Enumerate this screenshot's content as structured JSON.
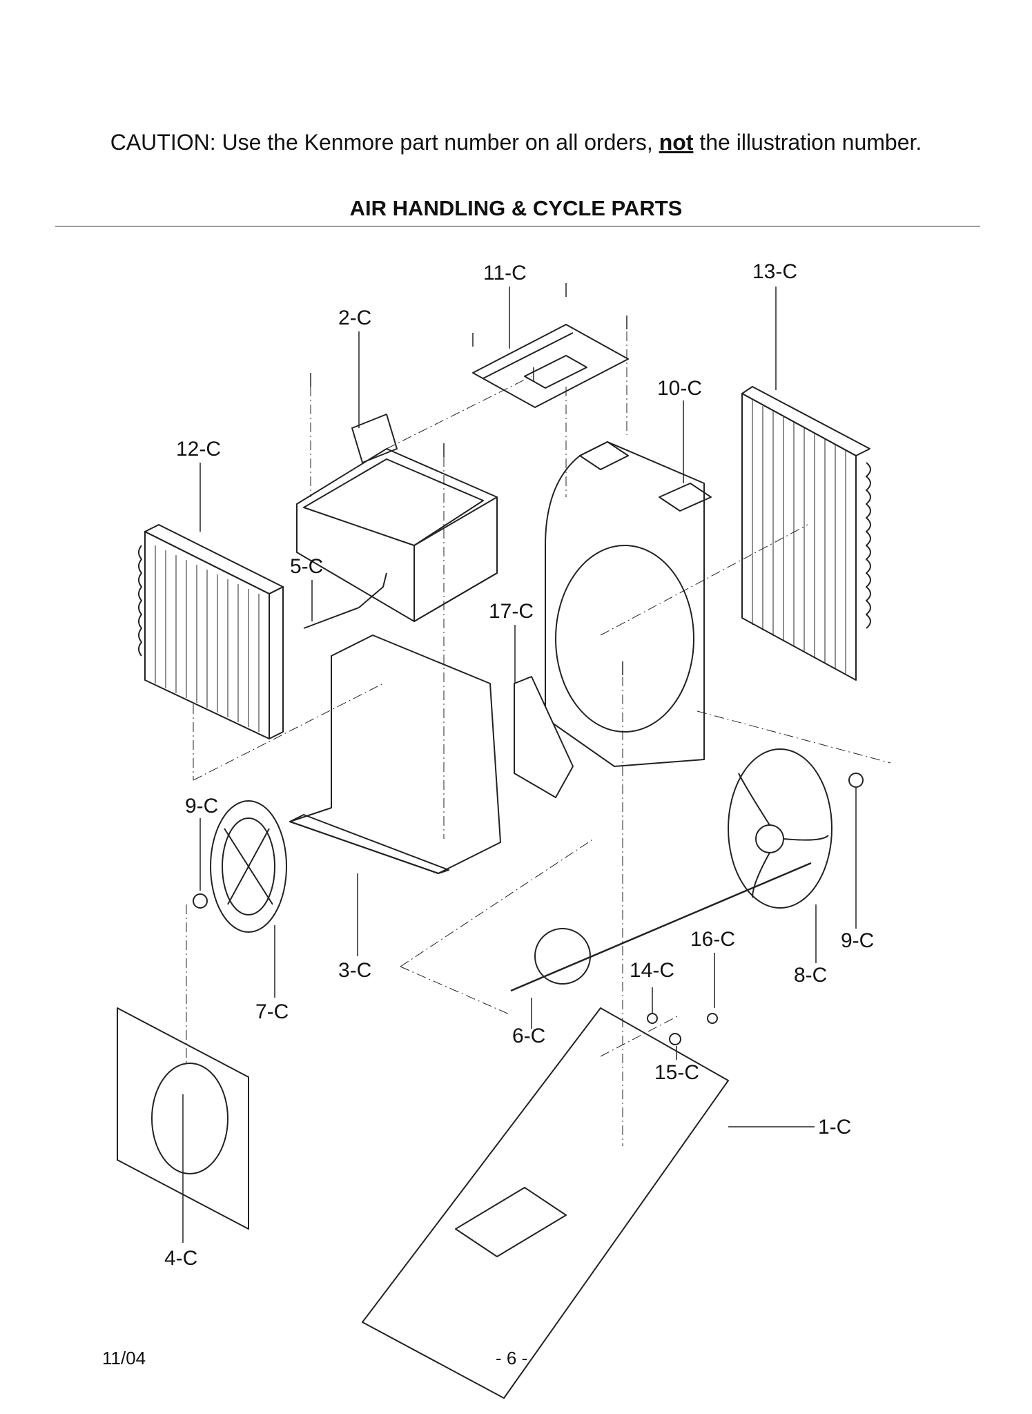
{
  "caution": {
    "prefix": "CAUTION: Use the Kenmore part number on all orders, ",
    "emphasis": "not",
    "suffix": " the illustration number."
  },
  "title": "AIR HANDLING & CYCLE PARTS",
  "parts": {
    "p1": "1-C",
    "p2": "2-C",
    "p3": "3-C",
    "p4": "4-C",
    "p5": "5-C",
    "p6": "6-C",
    "p7": "7-C",
    "p8": "8-C",
    "p9a": "9-C",
    "p9b": "9-C",
    "p10": "10-C",
    "p11": "11-C",
    "p12": "12-C",
    "p13": "13-C",
    "p14": "14-C",
    "p15": "15-C",
    "p16": "16-C",
    "p17": "17-C"
  },
  "footer": {
    "date": "11/04",
    "page": "- 6 -"
  }
}
